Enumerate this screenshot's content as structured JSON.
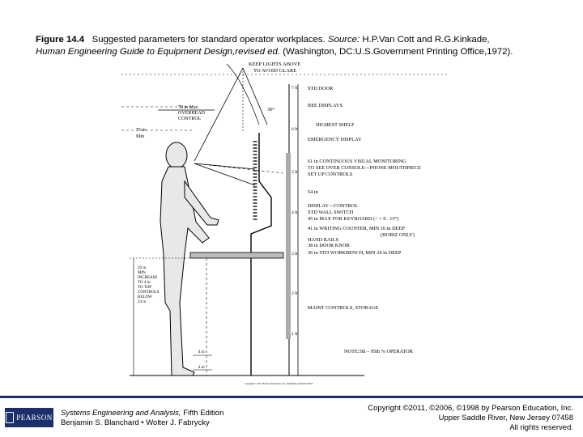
{
  "caption": {
    "label": "Figure 14.4",
    "text1": "Suggested parameters for standard operator workplaces.",
    "source_label": "Source:",
    "text2": "H.P.Van Cott  and R.G.Kinkade,",
    "book_title": "Human Engineering Guide to Equipment Design,revised ed.",
    "publisher": "(Washington,  DC:U.S.Government Printing Office,1972)."
  },
  "diagram": {
    "top_label_1": "KEEP LIGHTS ABOVE",
    "top_label_2": "TO AVOID GLARE",
    "angle": "30°",
    "overhead_1": "78 in Max",
    "overhead_2": "OVERHEAD",
    "overhead_3": "CONTROL",
    "min_reach_1": "75 in",
    "min_reach_2": "Min",
    "feet_7": "7 ft",
    "feet_6": "6 ft",
    "feet_5": "5 ft",
    "feet_4": "4 ft",
    "feet_3": "3 ft",
    "feet_2": "2 ft",
    "feet_1": "1 ft",
    "notes": [
      "STD DOOR",
      "REE DISPLAYS",
      "HIGHEST SHELF",
      "EMERGENCY DISPLAY",
      "61 in CONTINUOUS VISUAL MONITORING",
      "TO SEE OVER CONSOLE—PHONE MOUTHPIECE",
      "SET UP CONTROLS",
      "54 in",
      "DISPLAY—CONTROL",
      "STD WALL SWITCH",
      "45 in MAX FOR KEYBOARD (< = 0 . 15°)",
      "41 in WRITING COUNTER, MIN 16 in DEEP",
      "(HORIZ ONLY)",
      "HAND RAILS",
      "38 in DOOR KNOB",
      "36 in STD WORKBENCH, MIN 24 in DEEP",
      "MAINT CONTROLS, STORAGE",
      "NOTE:5th – 95th % OPERATOR"
    ],
    "left_note": [
      "20 in",
      "MIN",
      "INCREASE",
      "TO 4 in",
      "TO TOP",
      "CONTROLS",
      "BELOW",
      "24 in"
    ],
    "dim_4in_a": "4 in",
    "dim_4in_b": "4 in",
    "small_copyright": "Copyright © 2011 Pearson Education, Inc. publishing as Prentice Hall"
  },
  "footer": {
    "logo": "PEARSON",
    "book_title": "Systems Engineering and Analysis,",
    "edition": "Fifth Edition",
    "authors": "Benjamin S. Blanchard • Wolter J. Fabrycky",
    "copyright": "Copyright ©2011, ©2006, ©1998 by Pearson Education, Inc.",
    "address": "Upper Saddle River, New Jersey 07458",
    "rights": "All rights reserved."
  },
  "colors": {
    "footer_blue": "#1c2f6b"
  }
}
